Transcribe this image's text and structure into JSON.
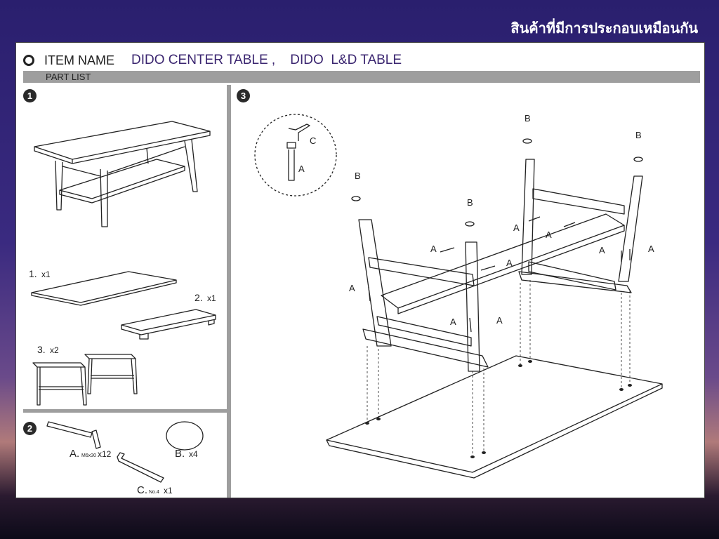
{
  "banner": "สินค้าที่มีการประกอบเหมือนกัน",
  "header": {
    "item_name_label": "ITEM NAME",
    "item_name_value": "DIDO CENTER TABLE ,    DIDO  L&D TABLE",
    "part_list_label": "PART LIST"
  },
  "steps": {
    "step1": "1",
    "step2": "2",
    "step3": "3"
  },
  "parts": {
    "p1_num": "1.",
    "p1_qty": "x1",
    "p2_num": "2.",
    "p2_qty": "x1",
    "p3_num": "3.",
    "p3_qty": "x2"
  },
  "hardware": {
    "a_letter": "A.",
    "a_spec": "M6x30",
    "a_qty": "x12",
    "b_letter": "B.",
    "b_qty": "x4",
    "c_letter": "C.",
    "c_spec": "No.4",
    "c_qty": "x1"
  },
  "callouts": {
    "a": "A",
    "b": "B",
    "c": "C"
  }
}
